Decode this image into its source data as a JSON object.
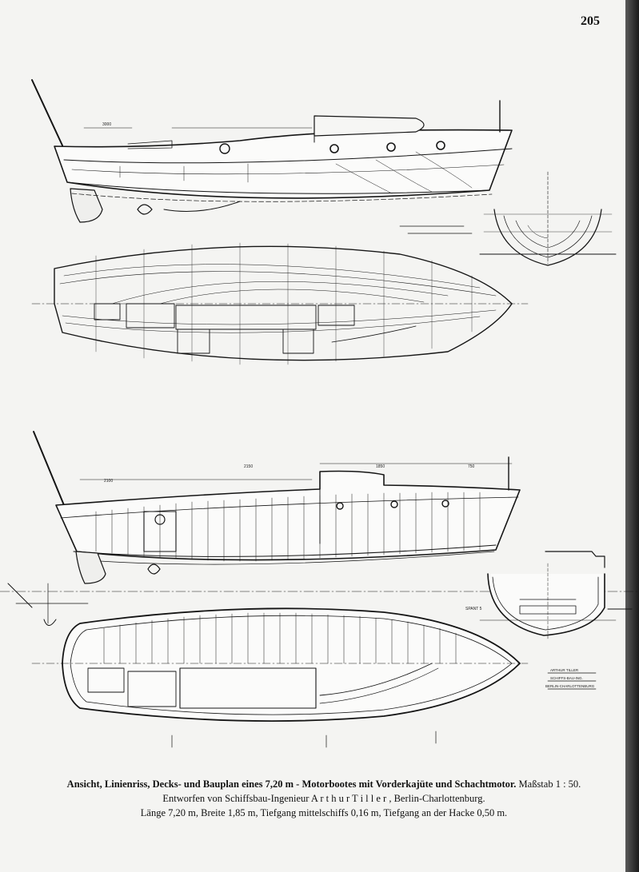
{
  "page": {
    "number": "205"
  },
  "drawing": {
    "dimension_labels": [
      "3000",
      "2150",
      "2100",
      "1850",
      "750"
    ],
    "section_label": "SPANT 5",
    "stamp_lines": [
      "ARTHUR TILLER",
      "SCHIFFS-BAU-ING.",
      "BERLIN-CHARLOTTENBURG"
    ]
  },
  "caption": {
    "title": "Ansicht, Linienriss, Decks- und Bauplan eines 7,20 m - Motorbootes mit Vorderkajüte und Schachtmotor.",
    "scale": "Maßstab 1 : 50.",
    "designer": "Entworfen von Schiffsbau-Ingenieur  A r t h u r   T i l l e r ,  Berlin-Charlottenburg.",
    "dimensions": "Länge 7,20 m, Breite 1,85 m, Tiefgang mittelschiffs 0,16 m, Tiefgang an der Hacke 0,50 m."
  }
}
